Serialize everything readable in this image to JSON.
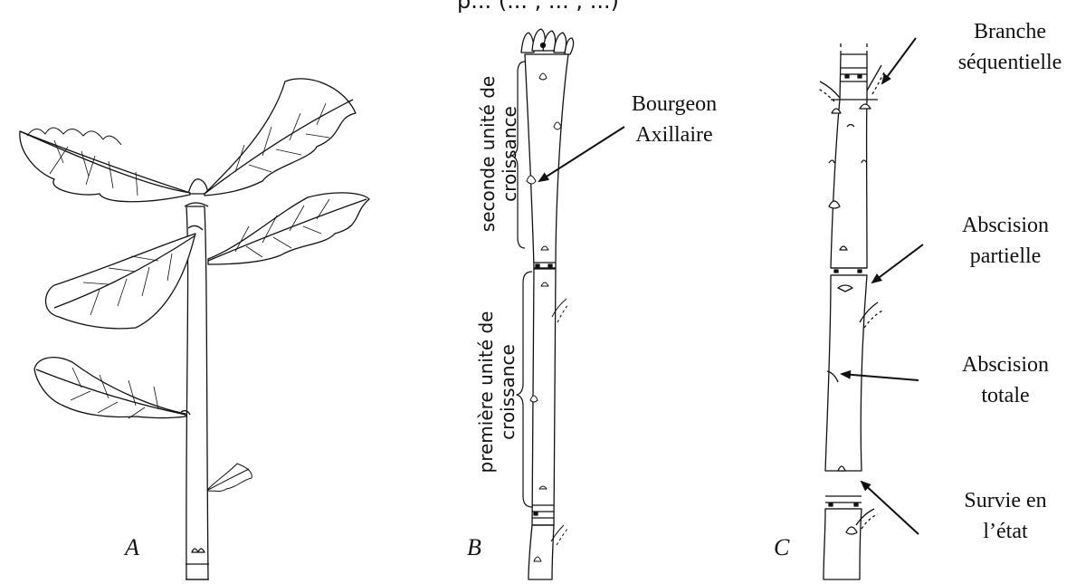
{
  "caption_fragment": "p... (... , ... , ...)",
  "panels": {
    "A": {
      "letter": "A"
    },
    "B": {
      "letter": "B",
      "second_unit_label": "seconde unité de croissance",
      "first_unit_label": "première unité de croissance",
      "bud_label_line1": "Bourgeon",
      "bud_label_line2": "Axillaire"
    },
    "C": {
      "letter": "C",
      "labels": [
        {
          "line1": "Branche",
          "line2": "séquentielle"
        },
        {
          "line1": "Abscision",
          "line2": "partielle"
        },
        {
          "line1": "Abscision",
          "line2": "totale"
        },
        {
          "line1": "Survie en",
          "line2": "l’état"
        }
      ]
    }
  },
  "colors": {
    "ink": "#111111",
    "paper": "#ffffff"
  }
}
